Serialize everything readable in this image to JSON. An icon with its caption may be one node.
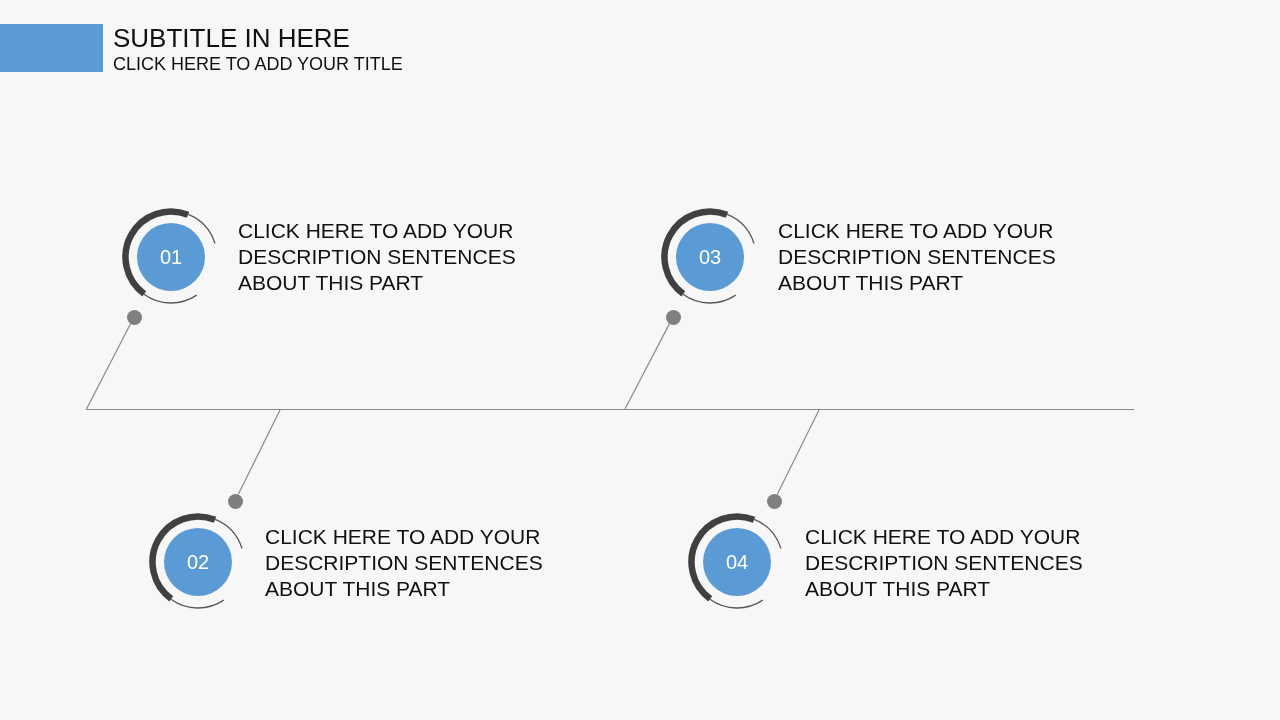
{
  "diagram": {
    "title": "SUBTITLE IN HERE",
    "nodes": [
      {
        "text": [
          "01"
        ],
        "beside": [
          "CLICK HERE TO ADD YOUR DESCRIPTION SENTENCES ABOUT THIS PART"
        ]
      },
      {
        "text": [
          "02"
        ],
        "beside": [
          "CLICK HERE TO ADD YOUR DESCRIPTION SENTENCES ABOUT THIS PART"
        ]
      },
      {
        "text": [
          "03"
        ],
        "beside": [
          "CLICK HERE TO ADD YOUR DESCRIPTION SENTENCES ABOUT THIS PART"
        ]
      },
      {
        "text": [
          "04"
        ],
        "beside": [
          "CLICK HERE TO ADD YOUR DESCRIPTION SENTENCES ABOUT THIS PART"
        ]
      },
      {
        "text": [],
        "shape": "circle"
      },
      {
        "text": [],
        "shape": "circle"
      },
      {
        "text": [],
        "shape": "circle"
      },
      {
        "text": [],
        "shape": "circle"
      },
      {
        "text": [],
        "shape": "line"
      }
    ],
    "edges": [
      {
        "from": 4,
        "to": 8,
        "arrow": "none"
      },
      {
        "from": 5,
        "to": 8,
        "arrow": "none"
      },
      {
        "from": 6,
        "to": 8,
        "arrow": "none"
      },
      {
        "from": 7,
        "to": 8,
        "arrow": "none"
      }
    ],
    "labels": [
      "CLICK HERE TO ADD YOUR TITLE"
    ]
  }
}
